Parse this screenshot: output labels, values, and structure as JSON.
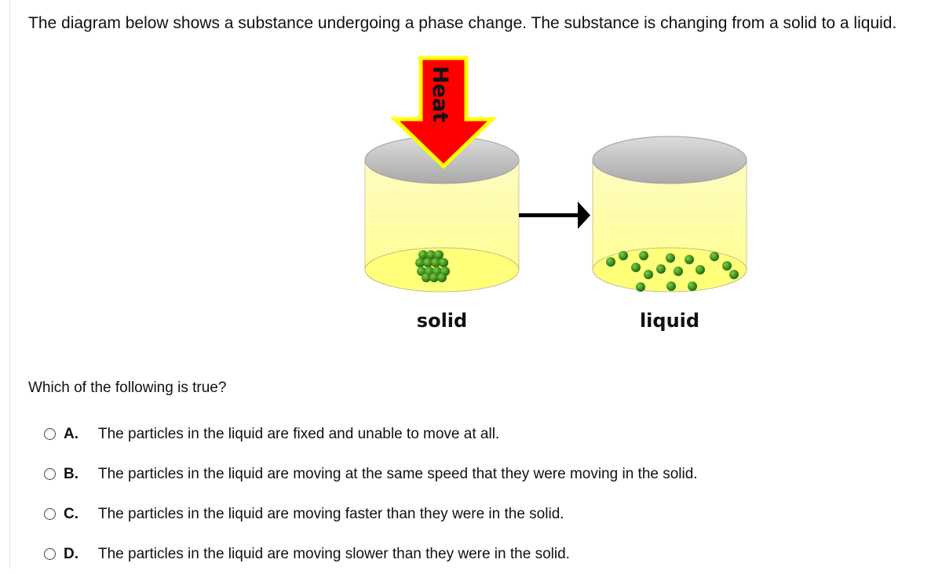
{
  "question": {
    "intro": "The diagram below shows a substance undergoing a phase change. The substance is changing from a solid to a liquid.",
    "prompt": "Which of the following is true?"
  },
  "diagram": {
    "heat_label": "Heat",
    "left_label": "solid",
    "right_label": "liquid"
  },
  "choices": [
    {
      "letter": "A.",
      "text": "The particles in the liquid are fixed and unable to move at all."
    },
    {
      "letter": "B.",
      "text": "The particles in the liquid are moving at the same speed that they were moving in the solid."
    },
    {
      "letter": "C.",
      "text": "The particles in the liquid are moving faster than they were in the solid."
    },
    {
      "letter": "D.",
      "text": "The particles in the liquid are moving slower than they were in the solid."
    }
  ],
  "colors": {
    "heat_arrow": "#ff0000",
    "heat_outline": "#ffff00",
    "container_fill": "#ffff99",
    "particle": "#2f8a15"
  }
}
